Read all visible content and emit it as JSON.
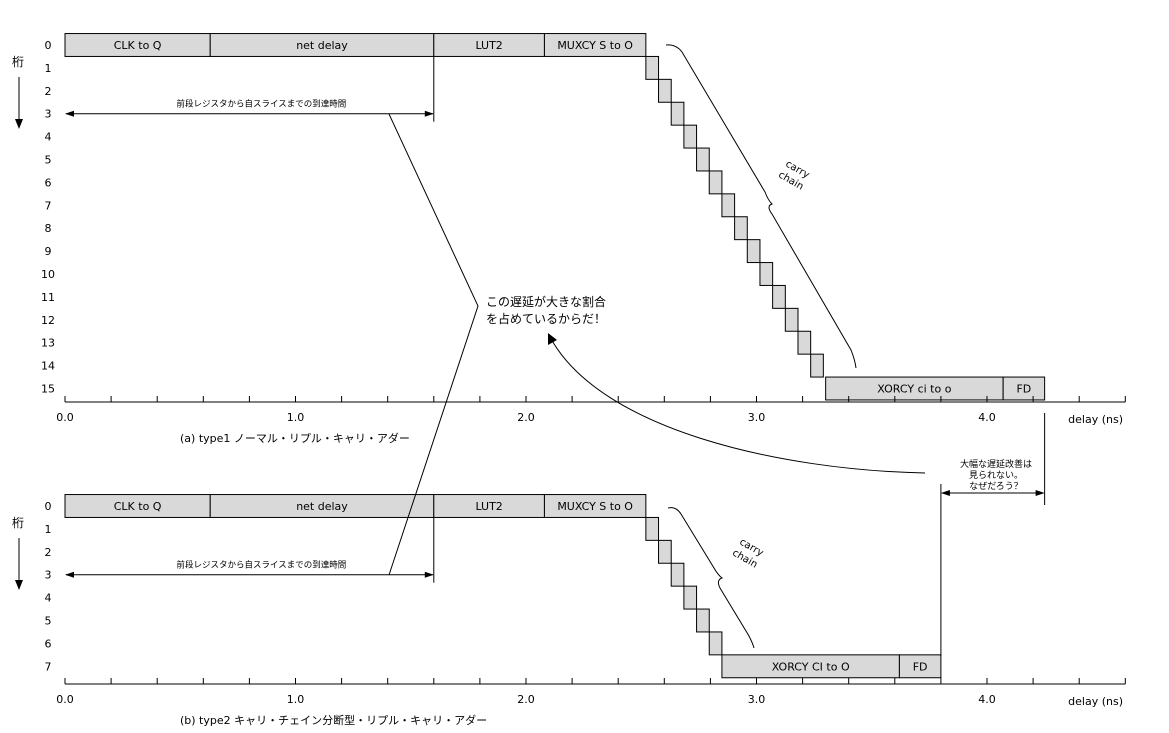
{
  "top": {
    "digit_label": "桁",
    "digits": [
      "0",
      "1",
      "2",
      "3",
      "4",
      "5",
      "6",
      "7",
      "8",
      "9",
      "10",
      "11",
      "12",
      "13",
      "14",
      "15"
    ],
    "segments": [
      {
        "label": "CLK to Q",
        "start": 0.0,
        "end": 0.63
      },
      {
        "label": "net delay",
        "start": 0.63,
        "end": 1.6
      },
      {
        "label": "LUT2",
        "start": 1.6,
        "end": 2.08
      },
      {
        "label": "MUXCY S to O",
        "start": 2.08,
        "end": 2.52
      }
    ],
    "carry_steps": {
      "start": 2.52,
      "step": 0.055,
      "from_digit": 1,
      "to_digit": 14
    },
    "end_segments": [
      {
        "label": "XORCY ci to o",
        "start": 3.3,
        "end": 4.07
      },
      {
        "label": "FD",
        "start": 4.07,
        "end": 4.25
      }
    ],
    "axis": {
      "ticks": [
        "0.0",
        "1.0",
        "2.0",
        "3.0",
        "4.0"
      ],
      "max": 4.6,
      "unit_label": "delay (ns)"
    },
    "reg_arrow": {
      "label": "前段レジスタから自スライスまでの到達時間",
      "start": 0.0,
      "end": 1.6,
      "digit": 3
    },
    "carry_label": [
      "carry",
      "chain"
    ],
    "caption": "(a) type1 ノーマル・リプル・キャリ・アダー"
  },
  "bottom": {
    "digit_label": "桁",
    "digits": [
      "0",
      "1",
      "2",
      "3",
      "4",
      "5",
      "6",
      "7"
    ],
    "segments": [
      {
        "label": "CLK to Q",
        "start": 0.0,
        "end": 0.63
      },
      {
        "label": "net delay",
        "start": 0.63,
        "end": 1.6
      },
      {
        "label": "LUT2",
        "start": 1.6,
        "end": 2.08
      },
      {
        "label": "MUXCY S to O",
        "start": 2.08,
        "end": 2.52
      }
    ],
    "carry_steps": {
      "start": 2.52,
      "step": 0.055,
      "from_digit": 1,
      "to_digit": 6
    },
    "end_segments": [
      {
        "label": "XORCY CI to O",
        "start": 2.85,
        "end": 3.62
      },
      {
        "label": "FD",
        "start": 3.62,
        "end": 3.8
      }
    ],
    "axis": {
      "ticks": [
        "0.0",
        "1.0",
        "2.0",
        "3.0",
        "4.0"
      ],
      "max": 4.6,
      "unit_label": "delay (ns)"
    },
    "reg_arrow": {
      "label": "前段レジスタから自スライスまでの到達時間",
      "start": 0.0,
      "end": 1.6,
      "digit": 3
    },
    "carry_label": [
      "carry",
      "chain"
    ],
    "caption": "(b) type2 キャリ・チェイン分断型・リプル・キャリ・アダー"
  },
  "callout_center": [
    "この遅延が大きな割合",
    "を占めているからだ！"
  ],
  "callout_diff": [
    "大幅な遅延改善は",
    "見られない。",
    "なぜだろう？"
  ],
  "diff_range": {
    "start": 3.8,
    "end": 4.25
  }
}
